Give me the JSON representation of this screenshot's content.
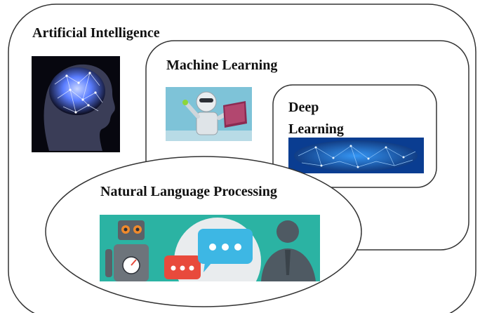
{
  "diagram": {
    "ai": {
      "label": "Artificial Intelligence",
      "image": "glowing-brain-head"
    },
    "ml": {
      "label": "Machine Learning",
      "image": "robot-reading-book"
    },
    "dl": {
      "label_line1": "Deep",
      "label_line2": "Learning",
      "image": "neural-network-brain"
    },
    "nlp": {
      "label": "Natural Language Processing",
      "image": "robot-and-person-chat"
    }
  },
  "colors": {
    "outline": "#333333",
    "nlp_teal": "#2bb3a3",
    "chat_blue": "#3db7e4",
    "chat_red": "#e84a3c",
    "brain_glow": "#5a7dff",
    "dl_blue": "#0a3d91"
  }
}
